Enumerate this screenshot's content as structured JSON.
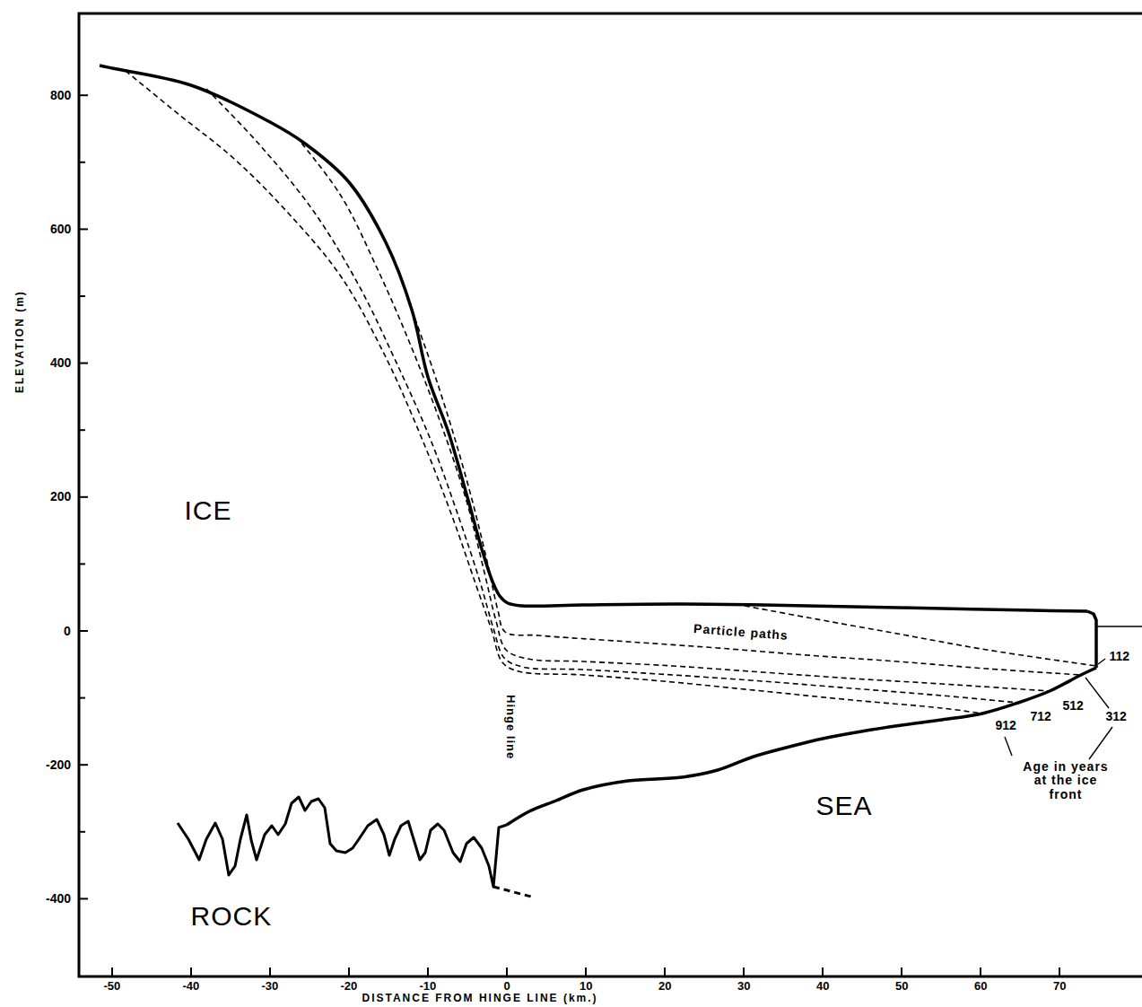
{
  "diagram": {
    "labels": [
      "ELEVATION (m)",
      "800",
      "600",
      "400",
      "200",
      "0",
      "-200",
      "-400",
      "-50",
      "-40",
      "-30",
      "-20",
      "-10",
      "0",
      "10",
      "20",
      "30",
      "40",
      "50",
      "60",
      "70",
      "DISTANCE FROM HINGE LINE (km.)",
      "ICE",
      "ROCK",
      "SEA",
      "Particle paths",
      "Hinge line",
      "112",
      "312",
      "512",
      "712",
      "912",
      "Age in years at the ice front"
    ]
  }
}
